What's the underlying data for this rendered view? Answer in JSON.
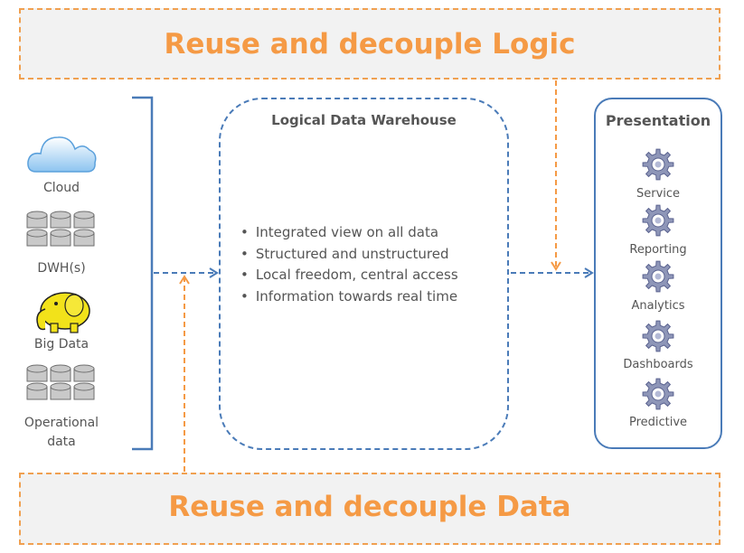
{
  "banners": {
    "top": "Reuse and decouple Logic",
    "bottom": "Reuse and decouple Data"
  },
  "sources": [
    {
      "label": "Cloud",
      "icon": "cloud-icon"
    },
    {
      "label": "DWH(s)",
      "icon": "database-icon"
    },
    {
      "label": "Big Data",
      "icon": "elephant-icon"
    },
    {
      "label": "Operational data",
      "icon": "database-icon"
    }
  ],
  "ldw": {
    "title": "Logical Data Warehouse",
    "bullets": [
      "Integrated  view on all data",
      "Structured and unstructured",
      "Local freedom, central access",
      "Information towards real time"
    ]
  },
  "presentation": {
    "title": "Presentation",
    "items": [
      "Service",
      "Reporting",
      "Analytics",
      "Dashboards",
      "Predictive"
    ]
  },
  "colors": {
    "orange": "#f59a45",
    "blue": "#4a7bb8",
    "banner_bg": "#f2f2f2"
  }
}
